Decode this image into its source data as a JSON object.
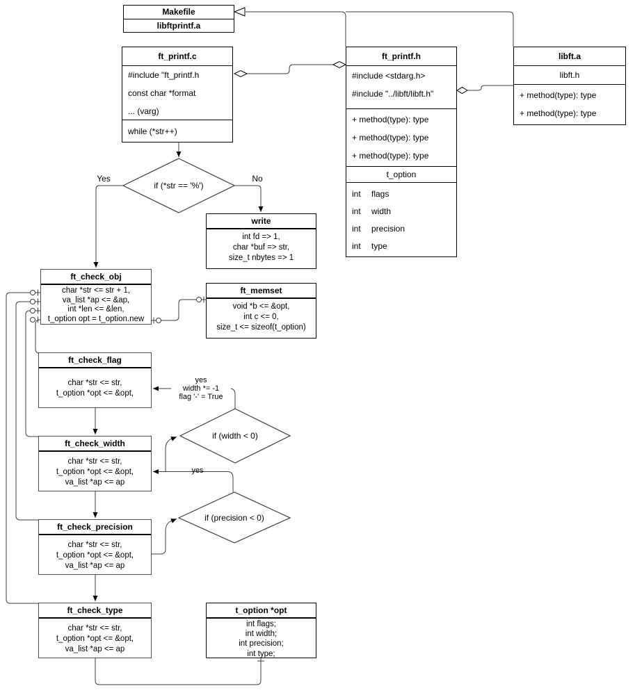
{
  "colors": {
    "line": "#3c3c3c",
    "uml_border": "#000000",
    "flow_border": "#4d4d4d",
    "background": "#ffffff"
  },
  "makefile": {
    "title": "Makefile",
    "artifact": "libftprintf.a"
  },
  "ft_printf_c": {
    "title": "ft_printf.c",
    "body": [
      "#include \"ft_printf.h",
      "const char *format",
      "... (varg)"
    ],
    "loop": "while (*str++)"
  },
  "ft_printf_h": {
    "title": "ft_printf.h",
    "includes": [
      "#include <stdarg.h>",
      "#include \"../libft/libft.h\""
    ],
    "methods": [
      "+ method(type): type",
      "+ method(type): type",
      "+ method(type): type"
    ],
    "struct": {
      "title": "t_option",
      "fields": [
        {
          "type": "int",
          "name": "flags"
        },
        {
          "type": "int",
          "name": "width"
        },
        {
          "type": "int",
          "name": "precision"
        },
        {
          "type": "int",
          "name": "type"
        }
      ]
    }
  },
  "libft_a": {
    "title": "libft.a",
    "header": "libft.h",
    "methods": [
      "+ method(type): type",
      "+ method(type): type"
    ]
  },
  "decision_str": {
    "label": "if (*str == '%')",
    "yes": "Yes",
    "no": "No"
  },
  "write_box": {
    "title": "write",
    "lines": [
      "int fd => 1,",
      "char *buf => str,",
      "size_t nbytes => 1"
    ]
  },
  "check_obj": {
    "title": "ft_check_obj",
    "lines": [
      "char *str <= str + 1,",
      "va_list *ap <= &ap,",
      "int *len <= &len,",
      "t_option opt = t_option.new"
    ]
  },
  "memset_box": {
    "title": "ft_memset",
    "lines": [
      "void *b <= &opt,",
      "int c <= 0,",
      "size_t <= sizeof(t_option)"
    ]
  },
  "check_flag": {
    "title": "ft_check_flag",
    "lines": [
      "char *str <= str,",
      "t_option *opt <= &opt,"
    ]
  },
  "decision_width": {
    "label": "if (width < 0)",
    "annotation": [
      "yes",
      "width *= -1",
      "flag '-' = True"
    ]
  },
  "check_width": {
    "title": "ft_check_width",
    "lines": [
      "char *str <= str,",
      "t_option *opt <= &opt,",
      "va_list *ap <= ap"
    ]
  },
  "decision_precision": {
    "label": "if (precision < 0)",
    "yes": "yes"
  },
  "check_precision": {
    "title": "ft_check_precision",
    "lines": [
      "char *str <= str,",
      "t_option *opt <= &opt,",
      "va_list *ap <= ap"
    ]
  },
  "check_type": {
    "title": "ft_check_type",
    "lines": [
      "char *str <= str,",
      "t_option *opt <= &opt,",
      "va_list *ap <= ap"
    ]
  },
  "t_option_box": {
    "title": "t_option *opt",
    "lines": [
      "int flags;",
      "int width;",
      "int precision;",
      "int type;"
    ]
  }
}
